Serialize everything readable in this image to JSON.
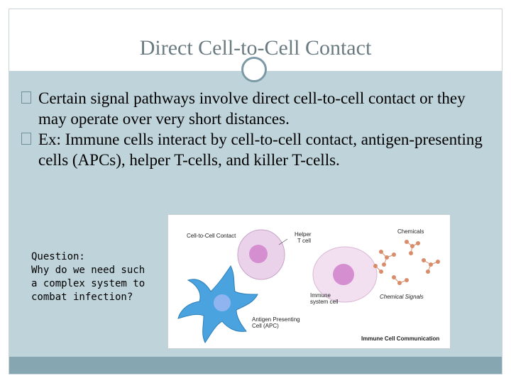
{
  "title": "Direct Cell-to-Cell Contact",
  "bullets": [
    "Certain signal pathways involve direct cell-to-cell contact or they may operate over very short distances.",
    "Ex: Immune cells interact by cell-to-cell contact, antigen-presenting cells (APCs), helper T-cells, and killer T-cells."
  ],
  "question": "Question:\nWhy do we need such\na complex system to\ncombat infection?",
  "figure": {
    "label_contact": "Cell-to-Cell Contact",
    "label_helper_line1": "Helper",
    "label_helper_line2": "T cell",
    "label_chemicals": "Chemicals",
    "label_immune_line1": "Immune",
    "label_immune_line2": "system cell",
    "label_chemical_signals": "Chemical Signals",
    "label_apc_line1": "Antigen Presenting",
    "label_apc_line2": "Cell (APC)",
    "caption": "Immune Cell Communication"
  },
  "colors": {
    "content_bg": "#bfd3da",
    "footer_bg": "#86a7b2",
    "title_color": "#6b7b82",
    "apc_blue": "#4aa3df",
    "cell_pink": "#e8c9e6",
    "chemical_dot": "#d98c6a"
  }
}
